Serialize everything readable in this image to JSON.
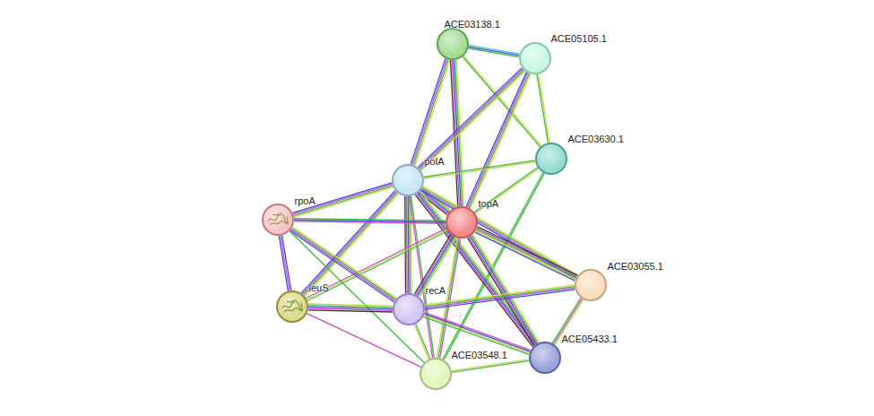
{
  "diagram": {
    "nodes": [
      {
        "text": [
          "ACE03138.1"
        ]
      },
      {
        "text": [
          "ACE05105.1"
        ]
      },
      {
        "text": [
          "ACE03630.1"
        ]
      },
      {
        "text": [
          "polA"
        ]
      },
      {
        "text": [
          "rpoA"
        ]
      },
      {
        "text": [
          "topA"
        ]
      },
      {
        "text": [
          "ACE03055.1"
        ]
      },
      {
        "text": [
          "leuS"
        ]
      },
      {
        "text": [
          "recA"
        ]
      },
      {
        "text": [
          "ACE05433.1"
        ]
      },
      {
        "text": [
          "ACE03548.1"
        ]
      }
    ],
    "edges": [
      {
        "from": 0,
        "to": 1,
        "arrow": "none"
      },
      {
        "from": 0,
        "to": 3,
        "arrow": "none"
      },
      {
        "from": 0,
        "to": 5,
        "arrow": "none"
      },
      {
        "from": 0,
        "to": 2,
        "arrow": "none"
      },
      {
        "from": 1,
        "to": 3,
        "arrow": "none"
      },
      {
        "from": 1,
        "to": 5,
        "arrow": "none"
      },
      {
        "from": 1,
        "to": 2,
        "arrow": "none"
      },
      {
        "from": 2,
        "to": 3,
        "arrow": "none"
      },
      {
        "from": 2,
        "to": 5,
        "arrow": "none"
      },
      {
        "from": 2,
        "to": 10,
        "arrow": "none"
      },
      {
        "from": 3,
        "to": 4,
        "arrow": "none"
      },
      {
        "from": 3,
        "to": 5,
        "arrow": "none"
      },
      {
        "from": 3,
        "to": 7,
        "arrow": "none"
      },
      {
        "from": 3,
        "to": 8,
        "arrow": "none"
      },
      {
        "from": 3,
        "to": 6,
        "arrow": "none"
      },
      {
        "from": 3,
        "to": 9,
        "arrow": "none"
      },
      {
        "from": 3,
        "to": 10,
        "arrow": "none"
      },
      {
        "from": 5,
        "to": 4,
        "arrow": "none"
      },
      {
        "from": 5,
        "to": 7,
        "arrow": "none"
      },
      {
        "from": 5,
        "to": 8,
        "arrow": "none"
      },
      {
        "from": 5,
        "to": 6,
        "arrow": "none"
      },
      {
        "from": 5,
        "to": 9,
        "arrow": "none"
      },
      {
        "from": 5,
        "to": 10,
        "arrow": "none"
      },
      {
        "from": 4,
        "to": 7,
        "arrow": "none"
      },
      {
        "from": 4,
        "to": 8,
        "arrow": "none"
      },
      {
        "from": 4,
        "to": 10,
        "arrow": "none"
      },
      {
        "from": 7,
        "to": 8,
        "arrow": "none"
      },
      {
        "from": 7,
        "to": 10,
        "arrow": "none"
      },
      {
        "from": 8,
        "to": 6,
        "arrow": "none"
      },
      {
        "from": 8,
        "to": 9,
        "arrow": "none"
      },
      {
        "from": 8,
        "to": 10,
        "arrow": "none"
      },
      {
        "from": 6,
        "to": 9,
        "arrow": "none"
      },
      {
        "from": 10,
        "to": 9,
        "arrow": "none"
      }
    ]
  }
}
